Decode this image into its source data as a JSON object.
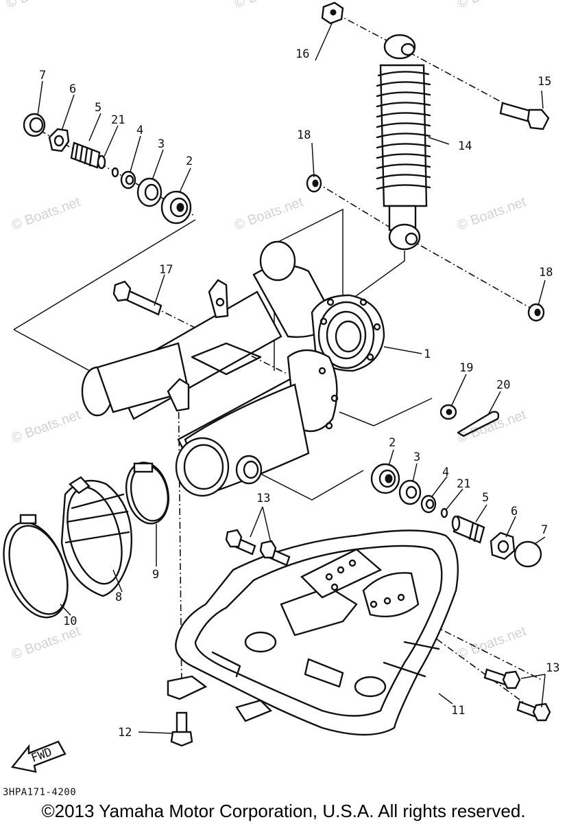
{
  "diagram_code": "3HPA171-4200",
  "copyright": "©2013 Yamaha Motor Corporation, U.S.A. All rights reserved.",
  "watermark": "© Boats.net",
  "fwd_label": "FWD",
  "parts": {
    "p1": "1",
    "p2": "2",
    "p3": "3",
    "p4": "4",
    "p5": "5",
    "p6": "6",
    "p7": "7",
    "p8": "8",
    "p9": "9",
    "p10": "10",
    "p11": "11",
    "p12": "12",
    "p13": "13",
    "p14": "14",
    "p15": "15",
    "p16": "16",
    "p17": "17",
    "p18": "18",
    "p19": "19",
    "p20": "20",
    "p21": "21"
  }
}
